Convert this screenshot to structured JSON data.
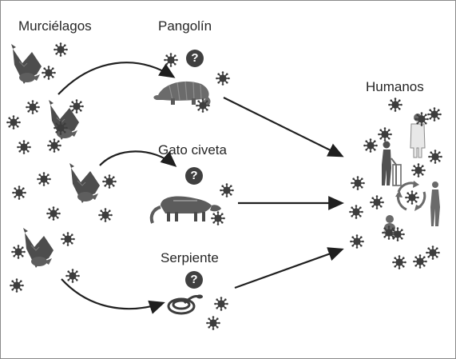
{
  "labels": {
    "bats": "Murciélagos",
    "pangolin": "Pangolín",
    "civet": "Gato civeta",
    "snake": "Serpiente",
    "humans": "Humanos"
  },
  "unknown_mark": "?",
  "icons": {
    "virus": "virus-icon",
    "bat": "bat-icon",
    "pangolin": "pangolin-icon",
    "civet": "civet-icon",
    "snake": "snake-icon",
    "elderly": "elderly-person-icon",
    "doctor": "doctor-icon",
    "child": "child-icon",
    "woman": "woman-icon",
    "transmission_cycle": "transmission-cycle-icon",
    "unknown": "question-badge-icon"
  },
  "colors": {
    "icon": "#5a5a5a",
    "icon_dark": "#3d3d3d",
    "arrow": "#1f1f1f",
    "text": "#262626",
    "badge": "#404040"
  }
}
